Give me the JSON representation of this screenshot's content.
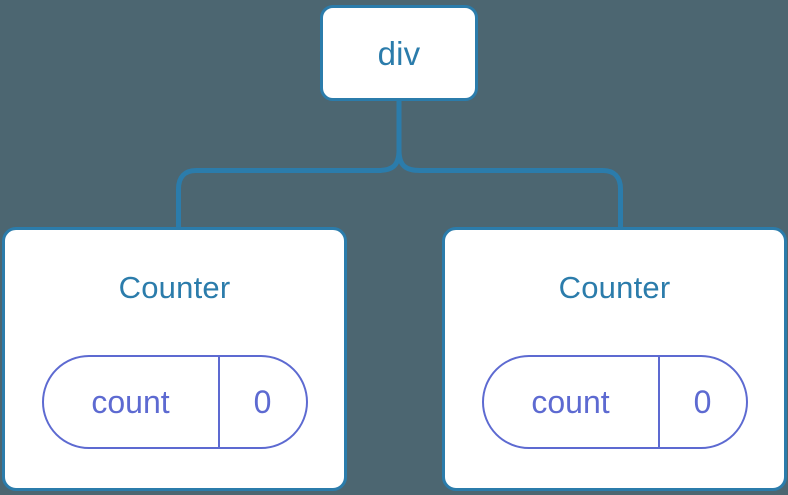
{
  "diagram": {
    "type": "component-tree",
    "background_color": "#4c6671",
    "node_border_color": "#2b7cab",
    "node_fill_color": "#ffffff",
    "connector_color": "#2b7cab",
    "title_text_color": "#2b7cab",
    "state_pill_color": "#5d6ad1",
    "root": {
      "label": "div"
    },
    "children": [
      {
        "label": "Counter",
        "state": {
          "key": "count",
          "value": "0"
        }
      },
      {
        "label": "Counter",
        "state": {
          "key": "count",
          "value": "0"
        }
      }
    ]
  }
}
